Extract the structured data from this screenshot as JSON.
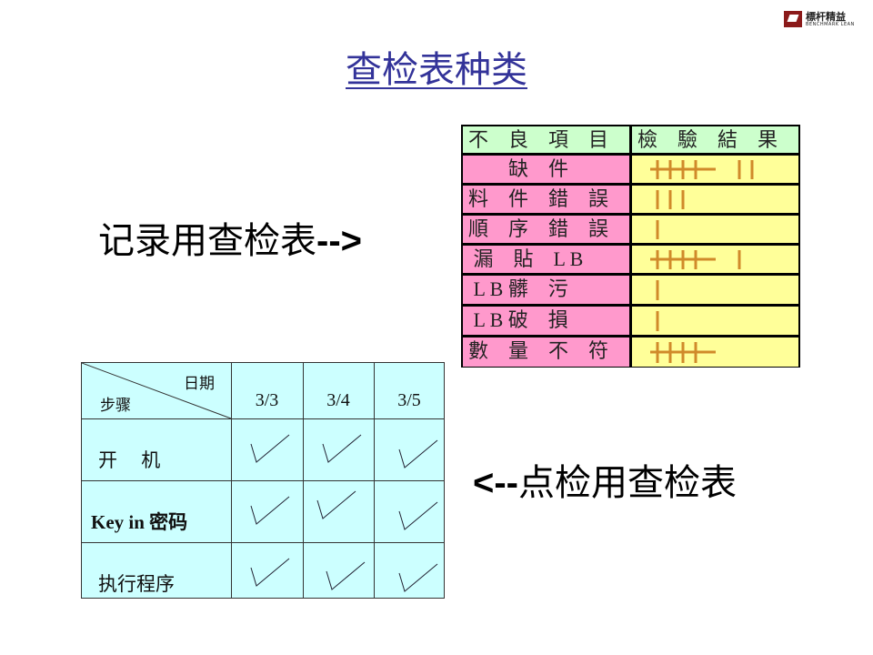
{
  "logo": {
    "cn": "標杆精益",
    "en": "BENCHMARK LEAN"
  },
  "title": "查检表种类",
  "label_record": "记录用查检表",
  "label_record_arrow": "-->",
  "label_check_arrow": "<--",
  "label_check": "点检用查检表",
  "record_table": {
    "headers": [
      "不　良　項　目",
      "檢　驗　結　果"
    ],
    "rows": [
      {
        "item": "　　缺　件",
        "count": 7
      },
      {
        "item": "料　件　錯　誤",
        "count": 3
      },
      {
        "item": "順　序　錯　誤",
        "count": 1
      },
      {
        "item": " 漏　貼　L B",
        "count": 6
      },
      {
        "item": " L B 髒　污",
        "count": 1
      },
      {
        "item": " L B 破　損",
        "count": 1
      },
      {
        "item": "數　量　不　符",
        "count": 5
      }
    ],
    "colors": {
      "header": "#ccffcc",
      "item": "#ff99cc",
      "result": "#ffff99",
      "tally": "#d08a2a"
    }
  },
  "check_table": {
    "corner_top": "日期",
    "corner_bottom": "步骤",
    "dates": [
      "3/3",
      "3/4",
      "3/5"
    ],
    "steps": [
      {
        "label": "开　 机",
        "checks": [
          true,
          true,
          true
        ]
      },
      {
        "label": "Key in 密码",
        "checks": [
          true,
          true,
          true
        ]
      },
      {
        "label": "执行程序",
        "checks": [
          true,
          true,
          true
        ]
      }
    ]
  }
}
